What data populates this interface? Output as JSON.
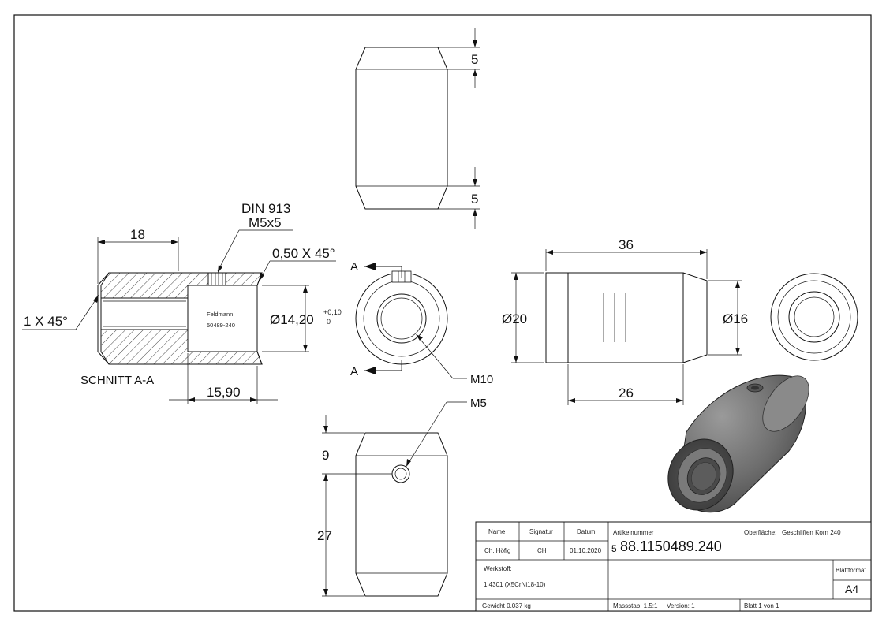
{
  "drawing": {
    "top_view": {
      "dim_top": "5",
      "dim_bottom": "5"
    },
    "section": {
      "din_label": "DIN 913",
      "din_screw": "M5x5",
      "dim_length": "18",
      "chamfer_right": "0,50 X 45°",
      "chamfer_left": "1 X 45°",
      "dim_diameter": "Ø14,20",
      "tol_upper": "+0,10",
      "tol_lower": "0",
      "engrave_line1": "Feldmann",
      "engrave_line2": "50489-240",
      "section_title": "SCHNITT A-A",
      "dim_bore_depth": "15,90"
    },
    "end_view": {
      "cut_label_top": "A",
      "cut_label_bottom": "A",
      "thread_label": "M10"
    },
    "side_view": {
      "dim_overall": "36",
      "dim_outer_diameter": "Ø20",
      "dim_end_diameter": "Ø16",
      "dim_cyl_length": "26"
    },
    "lower_view": {
      "thread_label": "M5",
      "dim_9": "9",
      "dim_27": "27"
    }
  },
  "title_block": {
    "hdr_name": "Name",
    "hdr_signatur": "Signatur",
    "hdr_datum": "Datum",
    "name": "Ch. Höfig",
    "signatur": "CH",
    "datum": "01.10.2020",
    "artikelnummer_label": "Artikelnummer",
    "artikelnummer_prefix": "5",
    "artikelnummer": "88.1150489.240",
    "oberflaeche_label": "Oberfläche:",
    "oberflaeche": "Geschliffen Korn 240",
    "werkstoff_label": "Werkstoff:",
    "werkstoff": "1.4301 (X5CrNi18-10)",
    "blattformat_label": "Blattformat",
    "blattformat": "A4",
    "gewicht": "Gewicht 0.037 kg",
    "massstab": "Massstab: 1.5:1",
    "version": "Version: 1",
    "blatt": "Blatt 1 von 1"
  }
}
